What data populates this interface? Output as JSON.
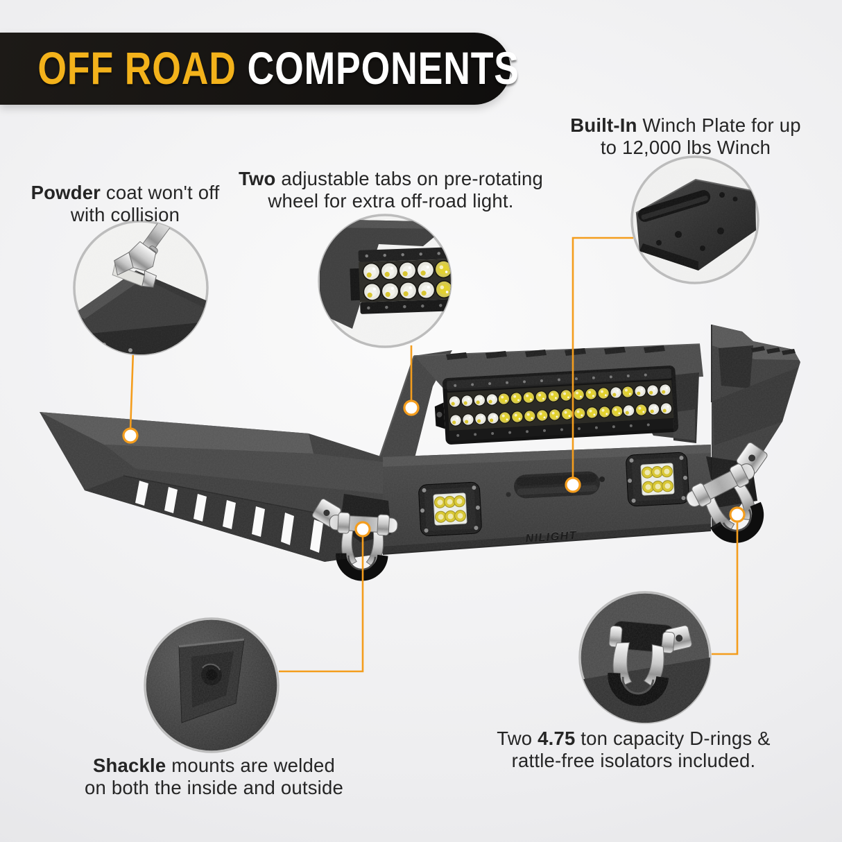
{
  "banner": {
    "accent": "OFF ROAD",
    "rest": " COMPONENTS"
  },
  "callouts": {
    "powder_coat": {
      "bold": "Powder",
      "rest": " coat won't off",
      "line2": "with collision"
    },
    "light_tabs": {
      "bold": "Two",
      "rest": " adjustable tabs on pre-rotating",
      "line2": "wheel for extra off-road light."
    },
    "winch_plate": {
      "bold": "Built-In",
      "rest": " Winch Plate for up",
      "line2": "to 12,000 lbs Winch"
    },
    "shackle_mounts": {
      "bold": "Shackle",
      "rest": " mounts are welded",
      "line2": "on both the inside and outside"
    },
    "d_rings": {
      "pre": "Two ",
      "bold": "4.75",
      "post": " ton capacity D-rings &",
      "line2": "rattle-free isolators included."
    }
  },
  "product": {
    "brand": "NILIGHT"
  },
  "colors": {
    "banner_bg": "#161412",
    "banner_accent": "#F3B21B",
    "banner_text": "#FFFFFF",
    "callout_line": "#F49D1D",
    "callout_text": "#252525",
    "bumper_dark": "#3E3E3E",
    "led_yellow": "#E3D22C",
    "background": "#EDEDEF"
  }
}
